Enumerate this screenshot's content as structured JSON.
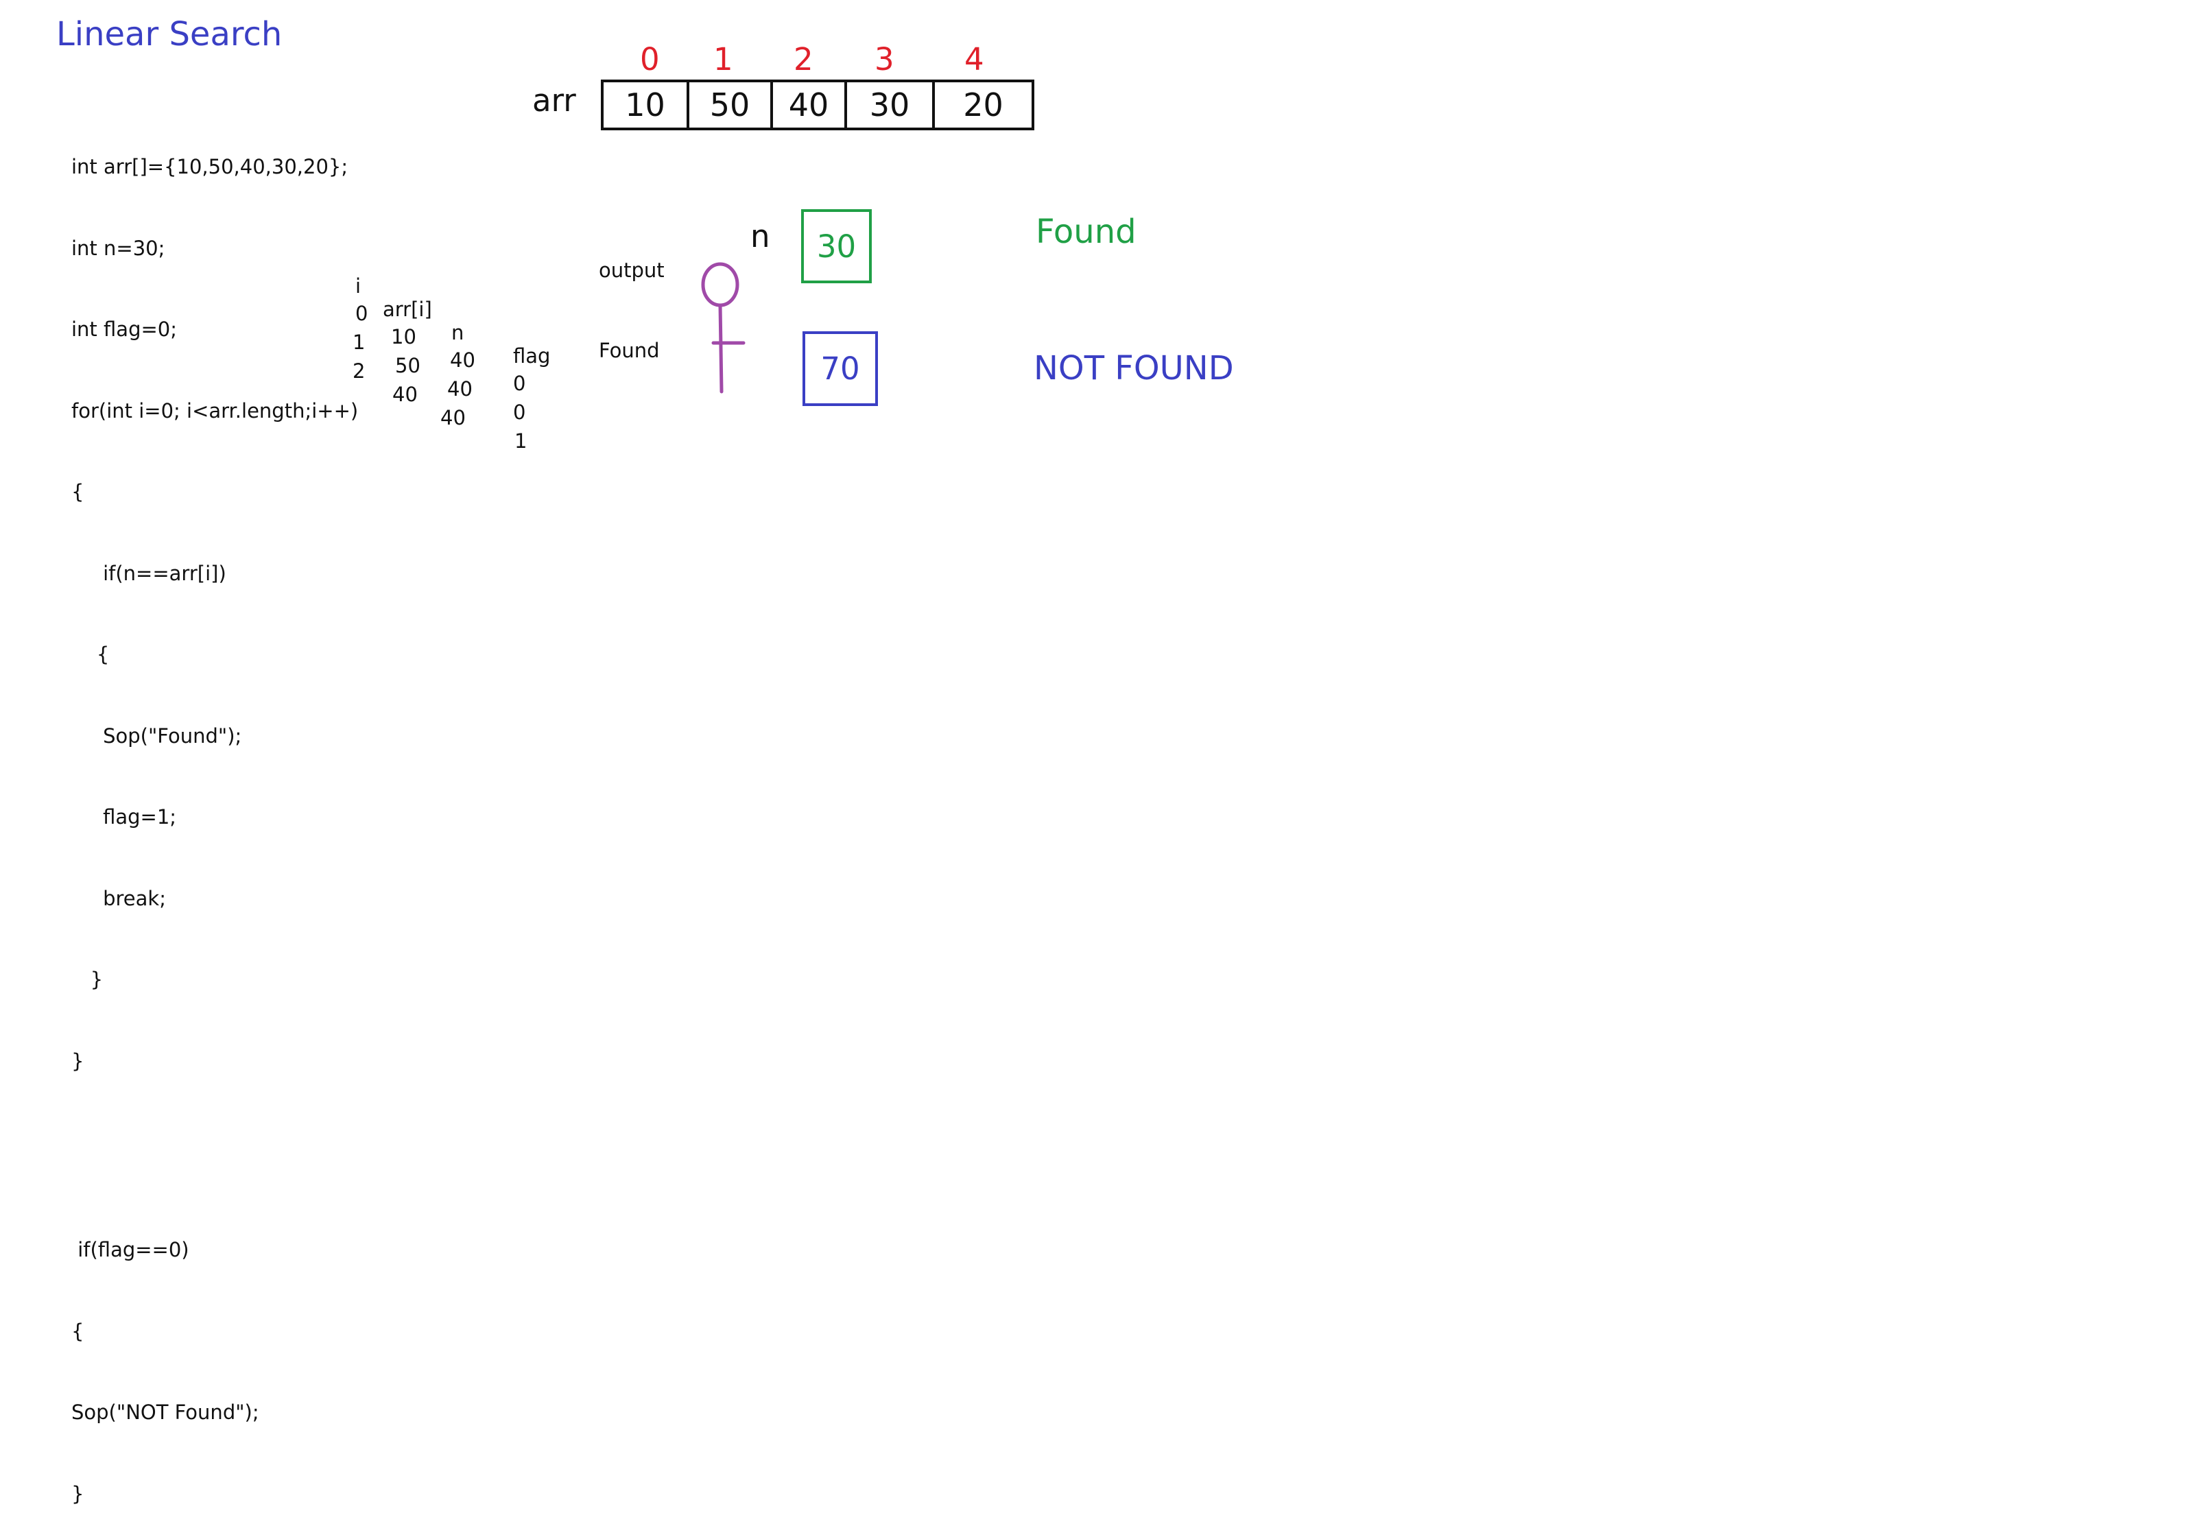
{
  "title": "Linear Search",
  "code_lines": [
    "int arr[]={10,50,40,30,20};",
    "int n=30;",
    "int flag=0;",
    "for(int i=0; i<arr.length;i++)",
    "{",
    "     if(n==arr[i])",
    "    {",
    "     Sop(\"Found\");",
    "     flag=1;",
    "     break;",
    "   }",
    "}",
    "",
    " if(flag==0)",
    "{",
    "Sop(\"NOT Found\");",
    "}"
  ],
  "code_extra": {
    "closing_brace_inner": "}"
  },
  "trace_table": {
    "headers": [
      "i",
      "arr[i]",
      "n",
      "flag"
    ],
    "rows": [
      [
        "0",
        "10",
        "40",
        "0"
      ],
      [
        "1",
        "50",
        "40",
        "0"
      ],
      [
        "2",
        "40",
        "40",
        "1"
      ]
    ]
  },
  "array": {
    "label": "arr",
    "indices": [
      "0",
      "1",
      "2",
      "3",
      "4"
    ],
    "values": [
      "10",
      "50",
      "40",
      "30",
      "20"
    ]
  },
  "side_labels": {
    "output": "output",
    "found": "Found"
  },
  "n_label": "n",
  "boxes": {
    "found_value": "30",
    "not_found_value": "70"
  },
  "results": {
    "found": "Found",
    "not_found": "NOT FOUND"
  },
  "colors": {
    "title": "#3a3fc4",
    "index": "#e0202a",
    "found": "#20a046",
    "not_found": "#3a3fc4",
    "figure": "#a04aa8"
  }
}
